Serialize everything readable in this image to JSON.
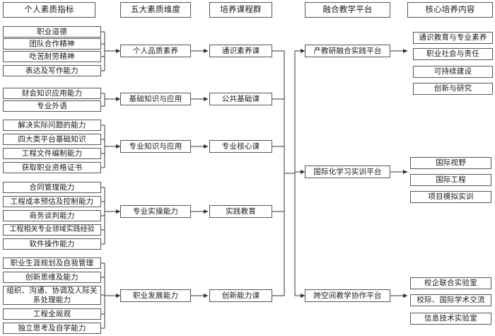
{
  "headers": {
    "indicators": "个人素质指标",
    "dimensions": "五大素质维度",
    "courses": "培养课程群",
    "platforms": "融合教学平台",
    "content": "核心培养内容"
  },
  "groups": [
    {
      "dimension": "个人品质素养",
      "course": "通识素养课",
      "indicators": [
        "职业道德",
        "团队合作精神",
        "吃苦耐劳精神",
        "表达及写作能力"
      ]
    },
    {
      "dimension": "基础知识与应用",
      "course": "公共基础课",
      "indicators": [
        "财会知识应用能力",
        "专业外语"
      ]
    },
    {
      "dimension": "专业知识与应用",
      "course": "专业核心课",
      "indicators": [
        "解决实际问题的能力",
        "四大类平台基础知识",
        "工程文件编制能力",
        "获取职业资格证书"
      ]
    },
    {
      "dimension": "专业实操能力",
      "course": "实践教育",
      "indicators": [
        "合同管理能力",
        "工程成本预估及控制能力",
        "商务谈判能力",
        "工程相关专业领域实践经验",
        "软件操作能力"
      ]
    },
    {
      "dimension": "职业发展能力",
      "course": "创新能力课",
      "indicators": [
        "职业生涯规划及自我管理",
        "创新思维及能力",
        "组织、沟通、协调及人际关系处理能力",
        "工程全局观",
        "独立思考及自学能力"
      ]
    }
  ],
  "platforms": [
    {
      "name": "产教研融合实践平台",
      "content": [
        "通识教育与专业素养",
        "职业社会与责任",
        "可持续建设",
        "创新与研究"
      ]
    },
    {
      "name": "国际化学习实训平台",
      "content": [
        "国际视野",
        "国际工程",
        "项目模拟实训"
      ]
    },
    {
      "name": "跨空间教学协作平台",
      "content": [
        "校企联合实验室",
        "校际、国际学术交流",
        "信息技术实验室"
      ]
    }
  ]
}
